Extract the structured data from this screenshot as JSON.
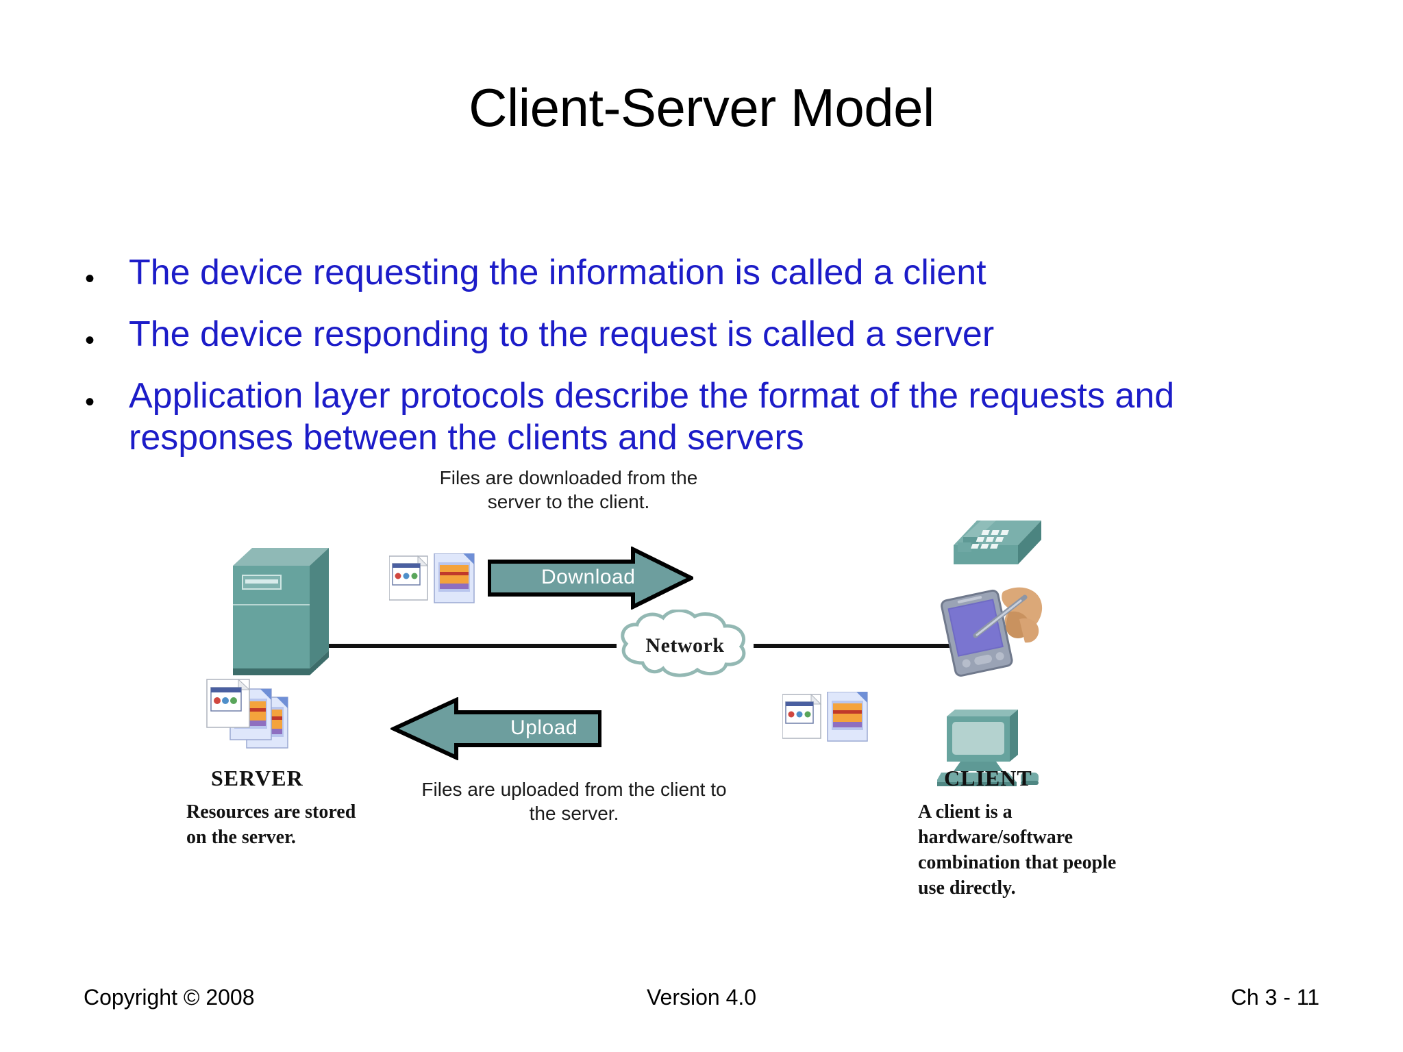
{
  "slide": {
    "title": "Client-Server Model",
    "title_color": "#000000",
    "background_color": "#ffffff",
    "bullet_color": "#1c1cc8",
    "accent_color": "#6d9e9e"
  },
  "bullets": [
    {
      "marker": "•",
      "text": "The device requesting the information is called a client"
    },
    {
      "marker": "•",
      "text": "The device responding to the request is called a server"
    },
    {
      "marker": "•",
      "text": "Application layer protocols describe the format of the requests and responses between the clients and servers"
    }
  ],
  "diagram": {
    "cloud_label": "Network",
    "download": {
      "arrow_label": "Download",
      "caption_line1": "Files are downloaded from the",
      "caption_line2": "server to the client."
    },
    "upload": {
      "arrow_label": "Upload",
      "caption_line1": "Files are uploaded from the client to",
      "caption_line2": "the server."
    },
    "server": {
      "title": "SERVER",
      "desc_line1": "Resources are stored",
      "desc_line2": "on the server."
    },
    "client": {
      "title": "CLIENT",
      "desc_line1": "A client is a",
      "desc_line2": "hardware/software",
      "desc_line3": "combination that people",
      "desc_line4": "use directly."
    }
  },
  "footer": {
    "copyright": "Copyright © 2008",
    "version": "Version 4.0",
    "chapter": "Ch 3 - 11"
  }
}
